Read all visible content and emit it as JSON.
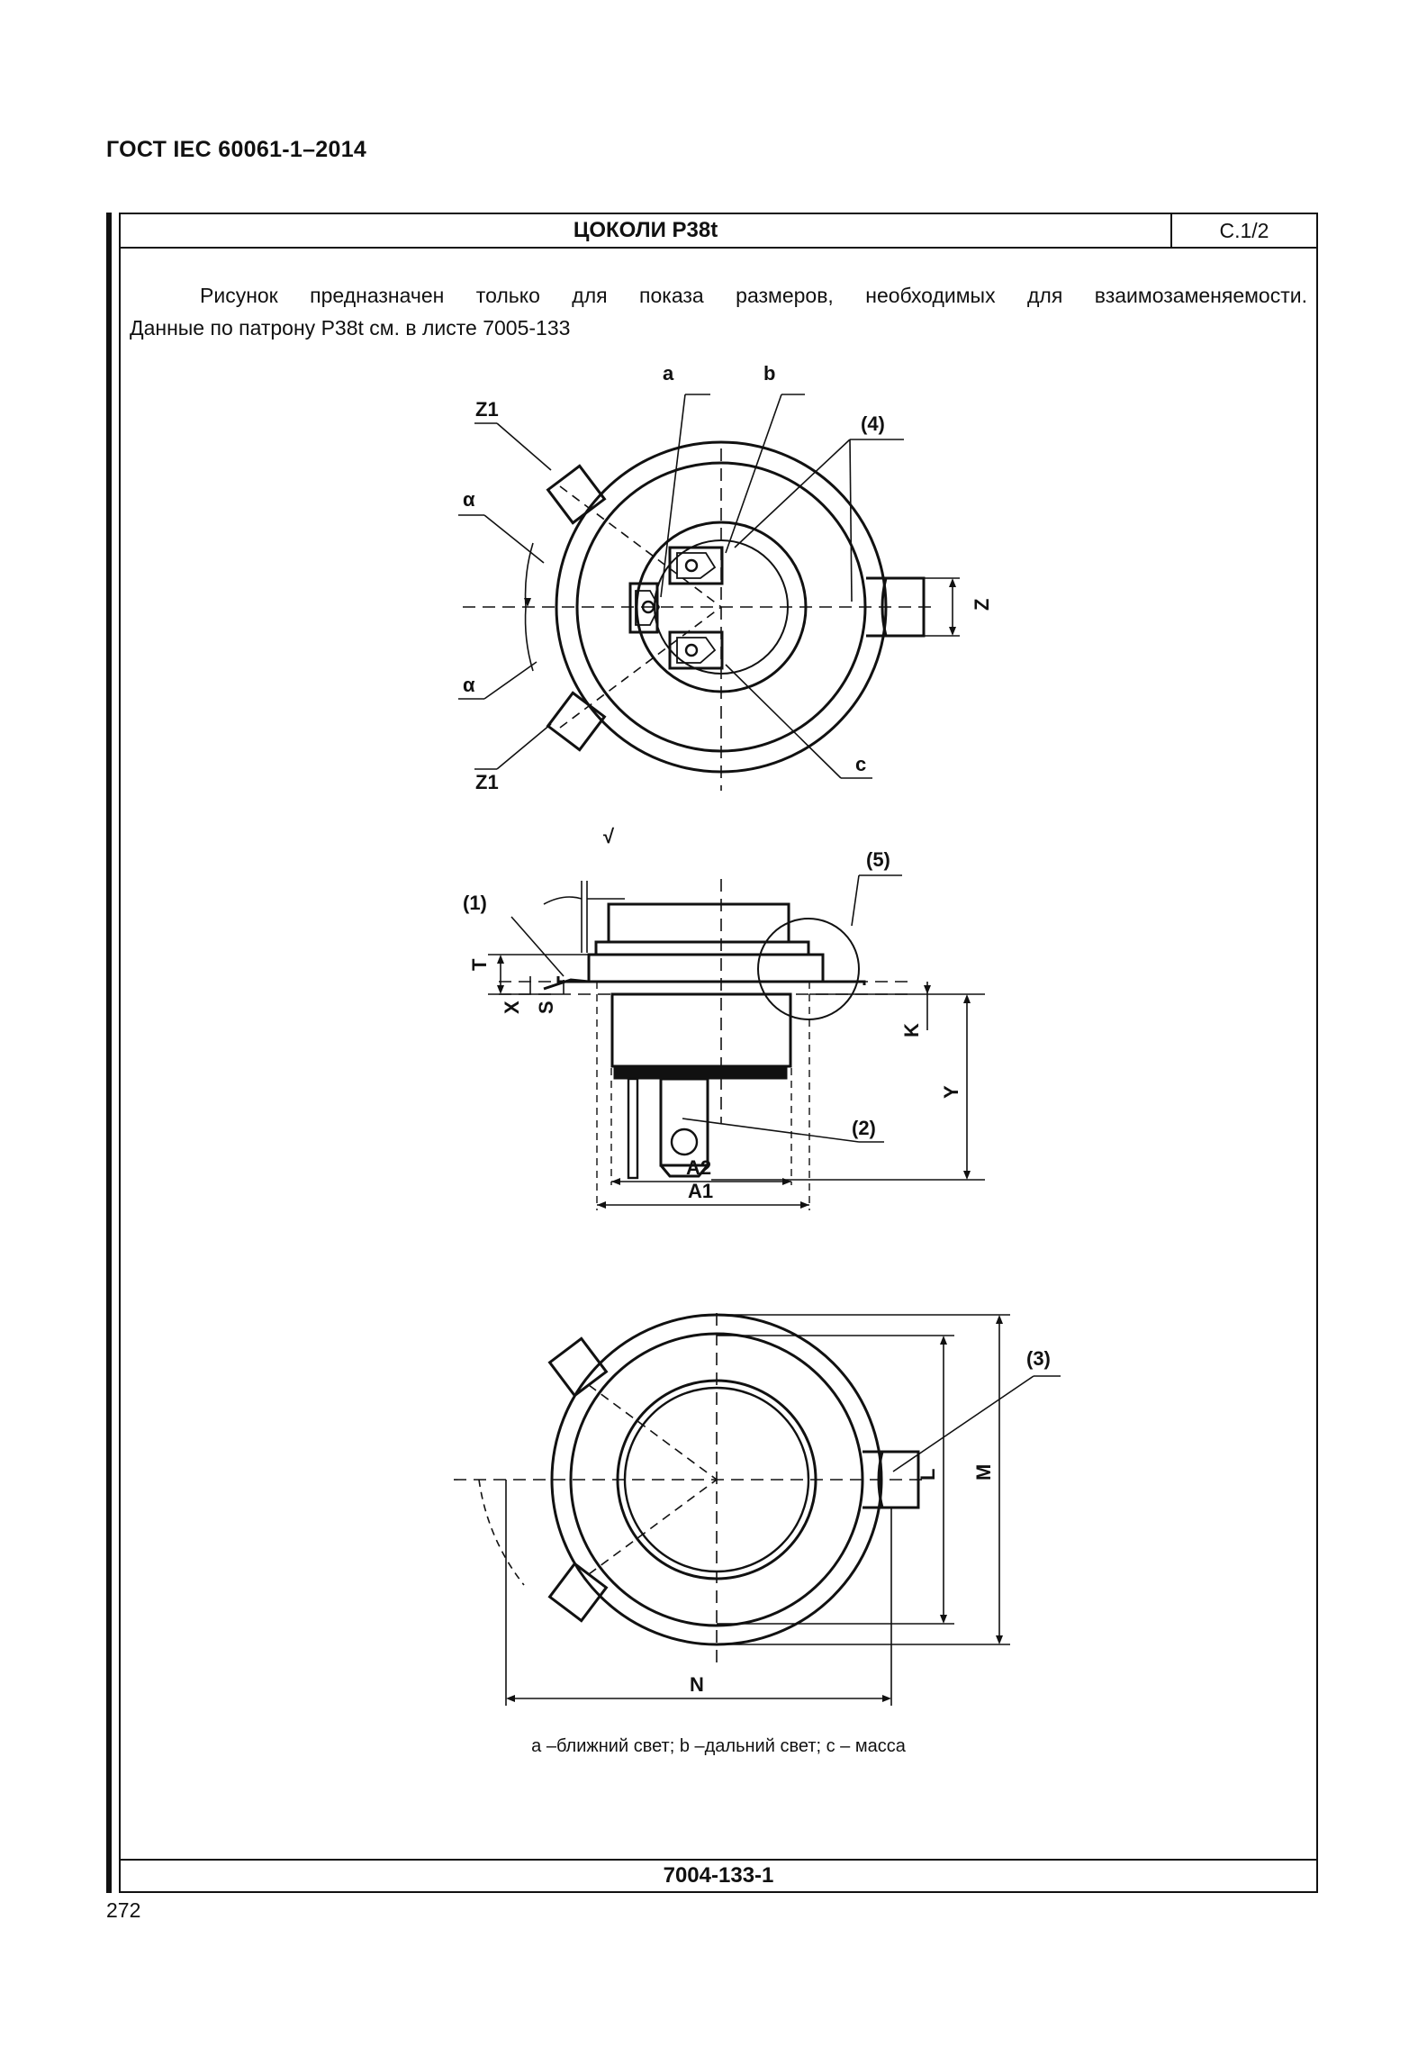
{
  "header": {
    "standard": "ГОСТ IEC 60061-1–2014"
  },
  "sheet": {
    "title": "ЦОКОЛИ P38t",
    "sheet_number": "C.1/2",
    "intro_line1": "Рисунок предназначен только для показа размеров, необходимых для взаимозаменяемости.",
    "intro_line2": "Данные по патрону P38t см. в листе 7005-133",
    "legend": "а –ближний свет; b –дальний свет; с – масса",
    "code": "7004-133-1"
  },
  "drawing_labels": {
    "top_view": {
      "a_label": "a",
      "b_label": "b",
      "c_label": "c",
      "ref_4": "(4)",
      "z1_top": "Z1",
      "z1_bottom": "Z1",
      "alpha_top": "α",
      "alpha_bottom": "α",
      "z": "Z"
    },
    "side_view": {
      "ref_1": "(1)",
      "ref_2": "(2)",
      "ref_5": "(5)",
      "t": "T",
      "x": "X",
      "s": "S",
      "k": "K",
      "y": "Y",
      "a2": "A2",
      "a1": "A1",
      "check_mark": "√"
    },
    "bottom_view": {
      "ref_3": "(3)",
      "l": "L",
      "m": "M",
      "n": "N"
    }
  },
  "page": {
    "number": "272"
  }
}
